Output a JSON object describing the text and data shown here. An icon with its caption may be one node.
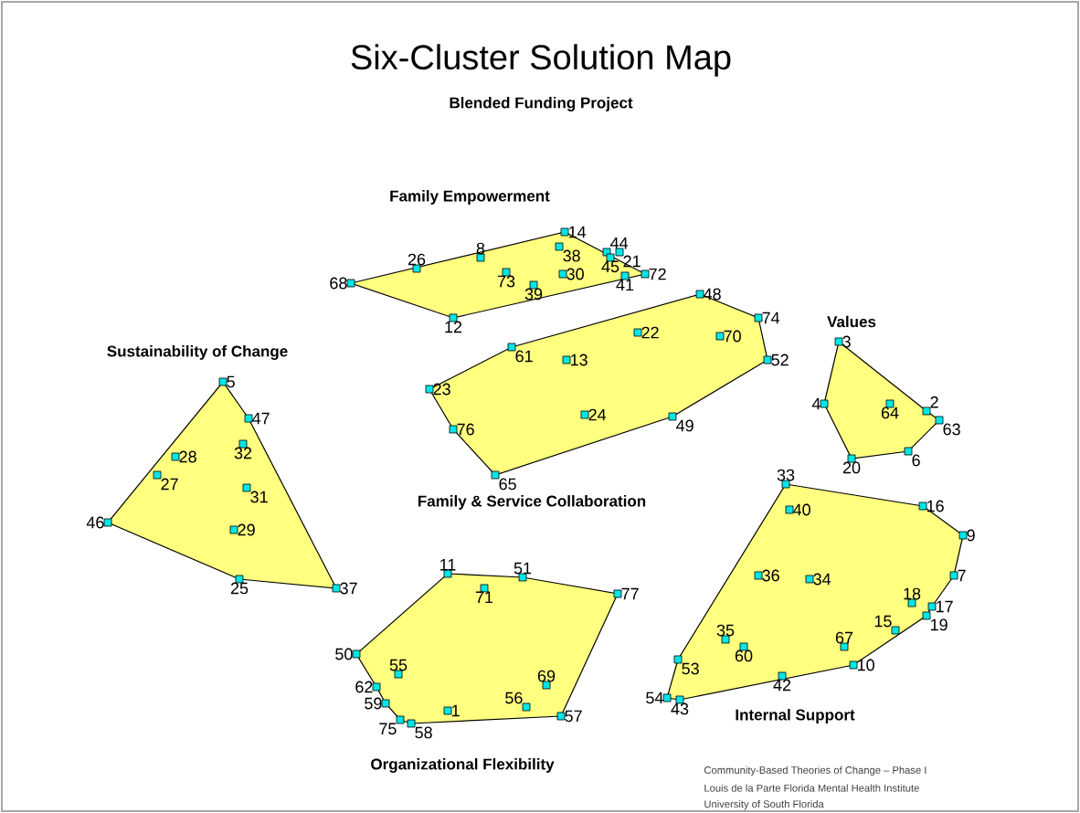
{
  "diagram": {
    "title": "Six-Cluster Solution Map",
    "nodes": [
      {
        "text": [
          "Family Empowerment"
        ]
      },
      {
        "text": [
          "Family & Service Collaboration"
        ]
      },
      {
        "text": [
          "Values"
        ]
      },
      {
        "text": [
          "Sustainability of Change"
        ]
      },
      {
        "text": [
          "Organizational Flexibility"
        ]
      },
      {
        "text": [
          "Internal Support"
        ]
      }
    ],
    "labels": [
      "Blended Funding Project",
      "68",
      "26",
      "8",
      "14",
      "38",
      "44",
      "21",
      "45",
      "41",
      "72",
      "30",
      "73",
      "39",
      "12",
      "48",
      "74",
      "52",
      "70",
      "22",
      "61",
      "13",
      "23",
      "76",
      "24",
      "49",
      "65",
      "3",
      "4",
      "64",
      "2",
      "63",
      "6",
      "20",
      "5",
      "47",
      "28",
      "32",
      "27",
      "31",
      "46",
      "29",
      "25",
      "37",
      "11",
      "51",
      "77",
      "71",
      "50",
      "55",
      "69",
      "62",
      "59",
      "1",
      "56",
      "75",
      "58",
      "57",
      "33",
      "40",
      "16",
      "9",
      "7",
      "36",
      "34",
      "18",
      "17",
      "19",
      "15",
      "35",
      "60",
      "67",
      "53",
      "10",
      "42",
      "54",
      "43",
      "Community-Based Theories of Change – Phase I",
      "Louis de la Parte Florida Mental Health Institute",
      "University of South Florida"
    ]
  }
}
